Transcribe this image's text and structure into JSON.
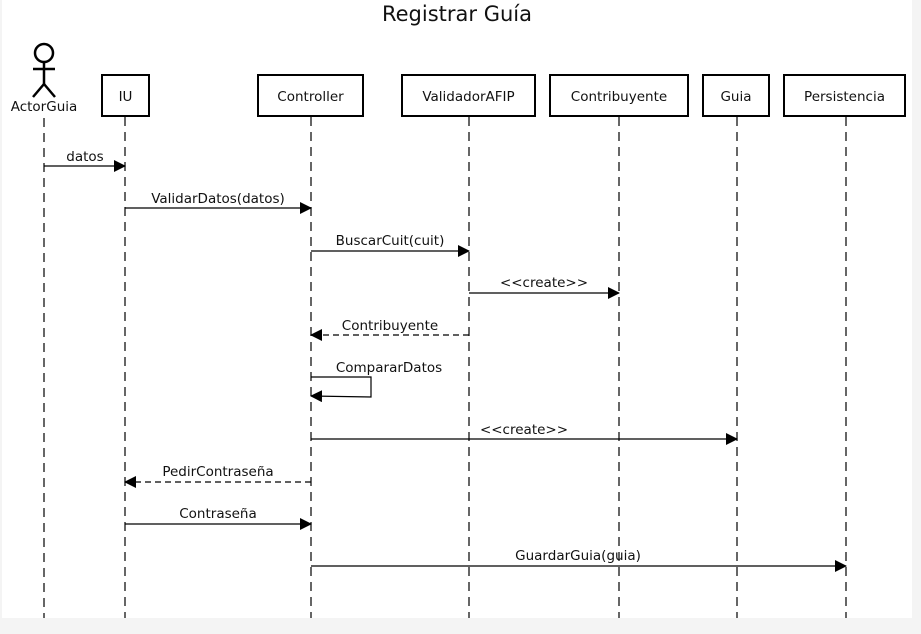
{
  "diagram": {
    "title": "Registrar Guía",
    "actor": {
      "label": "ActorGuia"
    },
    "participants": [
      {
        "id": "iu",
        "label": "IU"
      },
      {
        "id": "controller",
        "label": "Controller"
      },
      {
        "id": "validador",
        "label": "ValidadorAFIP"
      },
      {
        "id": "contribuyente",
        "label": "Contribuyente"
      },
      {
        "id": "guia",
        "label": "Guia"
      },
      {
        "id": "persistencia",
        "label": "Persistencia"
      }
    ],
    "messages": [
      {
        "from": "actor",
        "to": "iu",
        "label": "datos",
        "style": "sync"
      },
      {
        "from": "iu",
        "to": "controller",
        "label": "ValidarDatos(datos)",
        "style": "sync"
      },
      {
        "from": "controller",
        "to": "validador",
        "label": "BuscarCuit(cuit)",
        "style": "sync"
      },
      {
        "from": "validador",
        "to": "contribuyente",
        "label": "<<create>>",
        "style": "sync"
      },
      {
        "from": "validador",
        "to": "controller",
        "label": "Contribuyente",
        "style": "return"
      },
      {
        "from": "controller",
        "to": "controller",
        "label": "CompararDatos",
        "style": "self"
      },
      {
        "from": "controller",
        "to": "guia",
        "label": "<<create>>",
        "style": "sync"
      },
      {
        "from": "controller",
        "to": "iu",
        "label": "PedirContraseña",
        "style": "return"
      },
      {
        "from": "iu",
        "to": "controller",
        "label": "Contraseña",
        "style": "sync"
      },
      {
        "from": "controller",
        "to": "persistencia",
        "label": "GuardarGuia(guia)",
        "style": "sync"
      }
    ]
  }
}
